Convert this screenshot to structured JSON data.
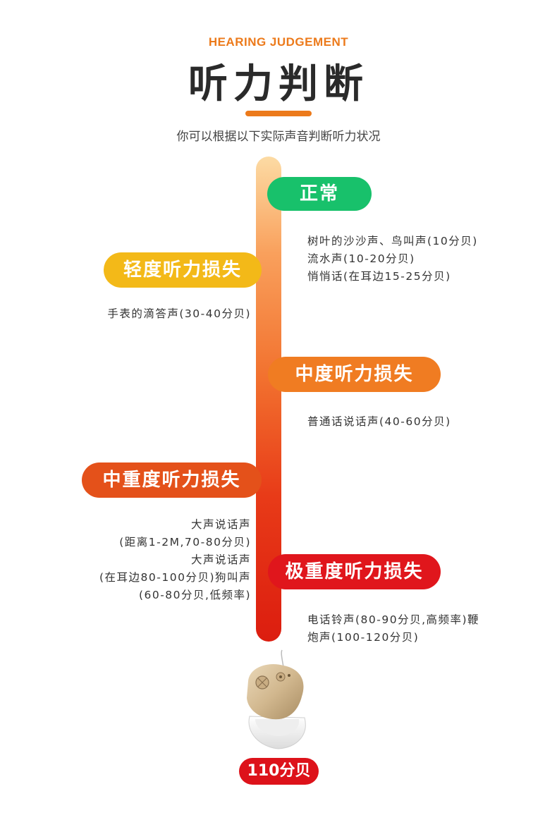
{
  "header": {
    "eyebrow": "HEARING JUDGEMENT",
    "title": "听力判断",
    "subtitle": "你可以根据以下实际声音判断听力状况"
  },
  "levels": {
    "normal": {
      "label": "正常",
      "color": "#18c16b",
      "lines": [
        "树叶的沙沙声、鸟叫声(10分贝)",
        "流水声(10-20分贝)",
        "悄悄话(在耳边15-25分贝)"
      ]
    },
    "mild": {
      "label": "轻度听力损失",
      "color": "#f3b918",
      "lines": [
        "手表的滴答声(30-40分贝)"
      ]
    },
    "moderate": {
      "label": "中度听力损失",
      "color": "#f07c22",
      "lines": [
        "普通话说话声(40-60分贝)"
      ]
    },
    "moderately_severe": {
      "label": "中重度听力损失",
      "color": "#e4511a",
      "lines": [
        "大声说话声",
        "(距离1-2M,70-80分贝)",
        "大声说话声",
        "(在耳边80-100分贝)狗叫声",
        "(60-80分贝,低频率)"
      ]
    },
    "severe": {
      "label": "极重度听力损失",
      "color": "#e0161c",
      "lines": [
        "电话铃声(80-90分贝,高频率)鞭",
        "炮声(100-120分贝)"
      ]
    }
  },
  "footer_badge": "110分贝",
  "accent_color": "#ec7a1b",
  "device_icon": "hearing-aid-icon"
}
